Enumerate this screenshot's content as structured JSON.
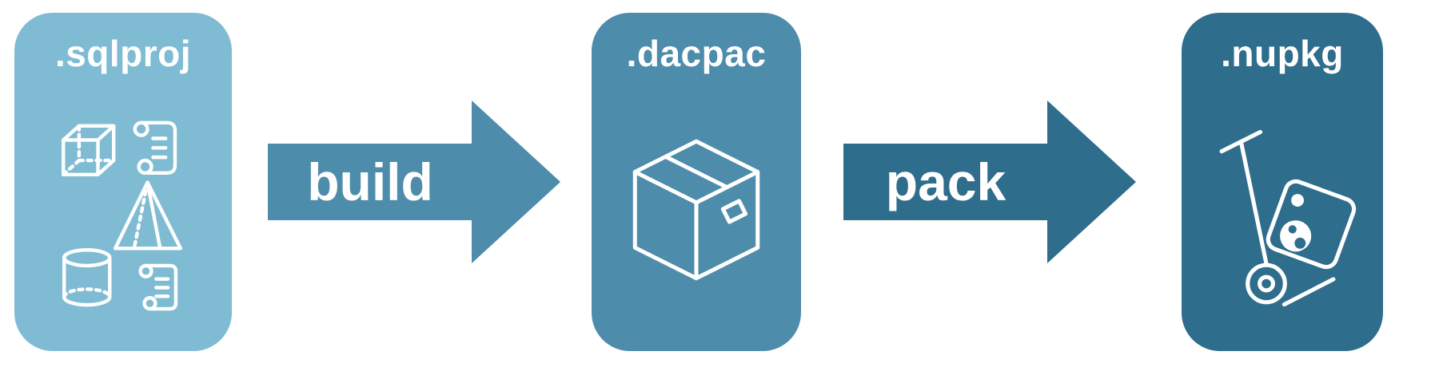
{
  "diagram": {
    "nodes": [
      {
        "label": ".sqlproj",
        "color": "#7fbcd4",
        "icon": "sql-objects-icon"
      },
      {
        "label": ".dacpac",
        "color": "#4d8cab",
        "icon": "package-box-icon"
      },
      {
        "label": ".nupkg",
        "color": "#2f6d8d",
        "icon": "nuget-handtruck-icon"
      }
    ],
    "arrows": [
      {
        "label": "build",
        "color": "#4d8cab"
      },
      {
        "label": "pack",
        "color": "#2f6d8d"
      }
    ]
  },
  "colors": {
    "page_background": "#ffffff",
    "icon_stroke": "#ffffff",
    "label_text": "#ffffff"
  }
}
